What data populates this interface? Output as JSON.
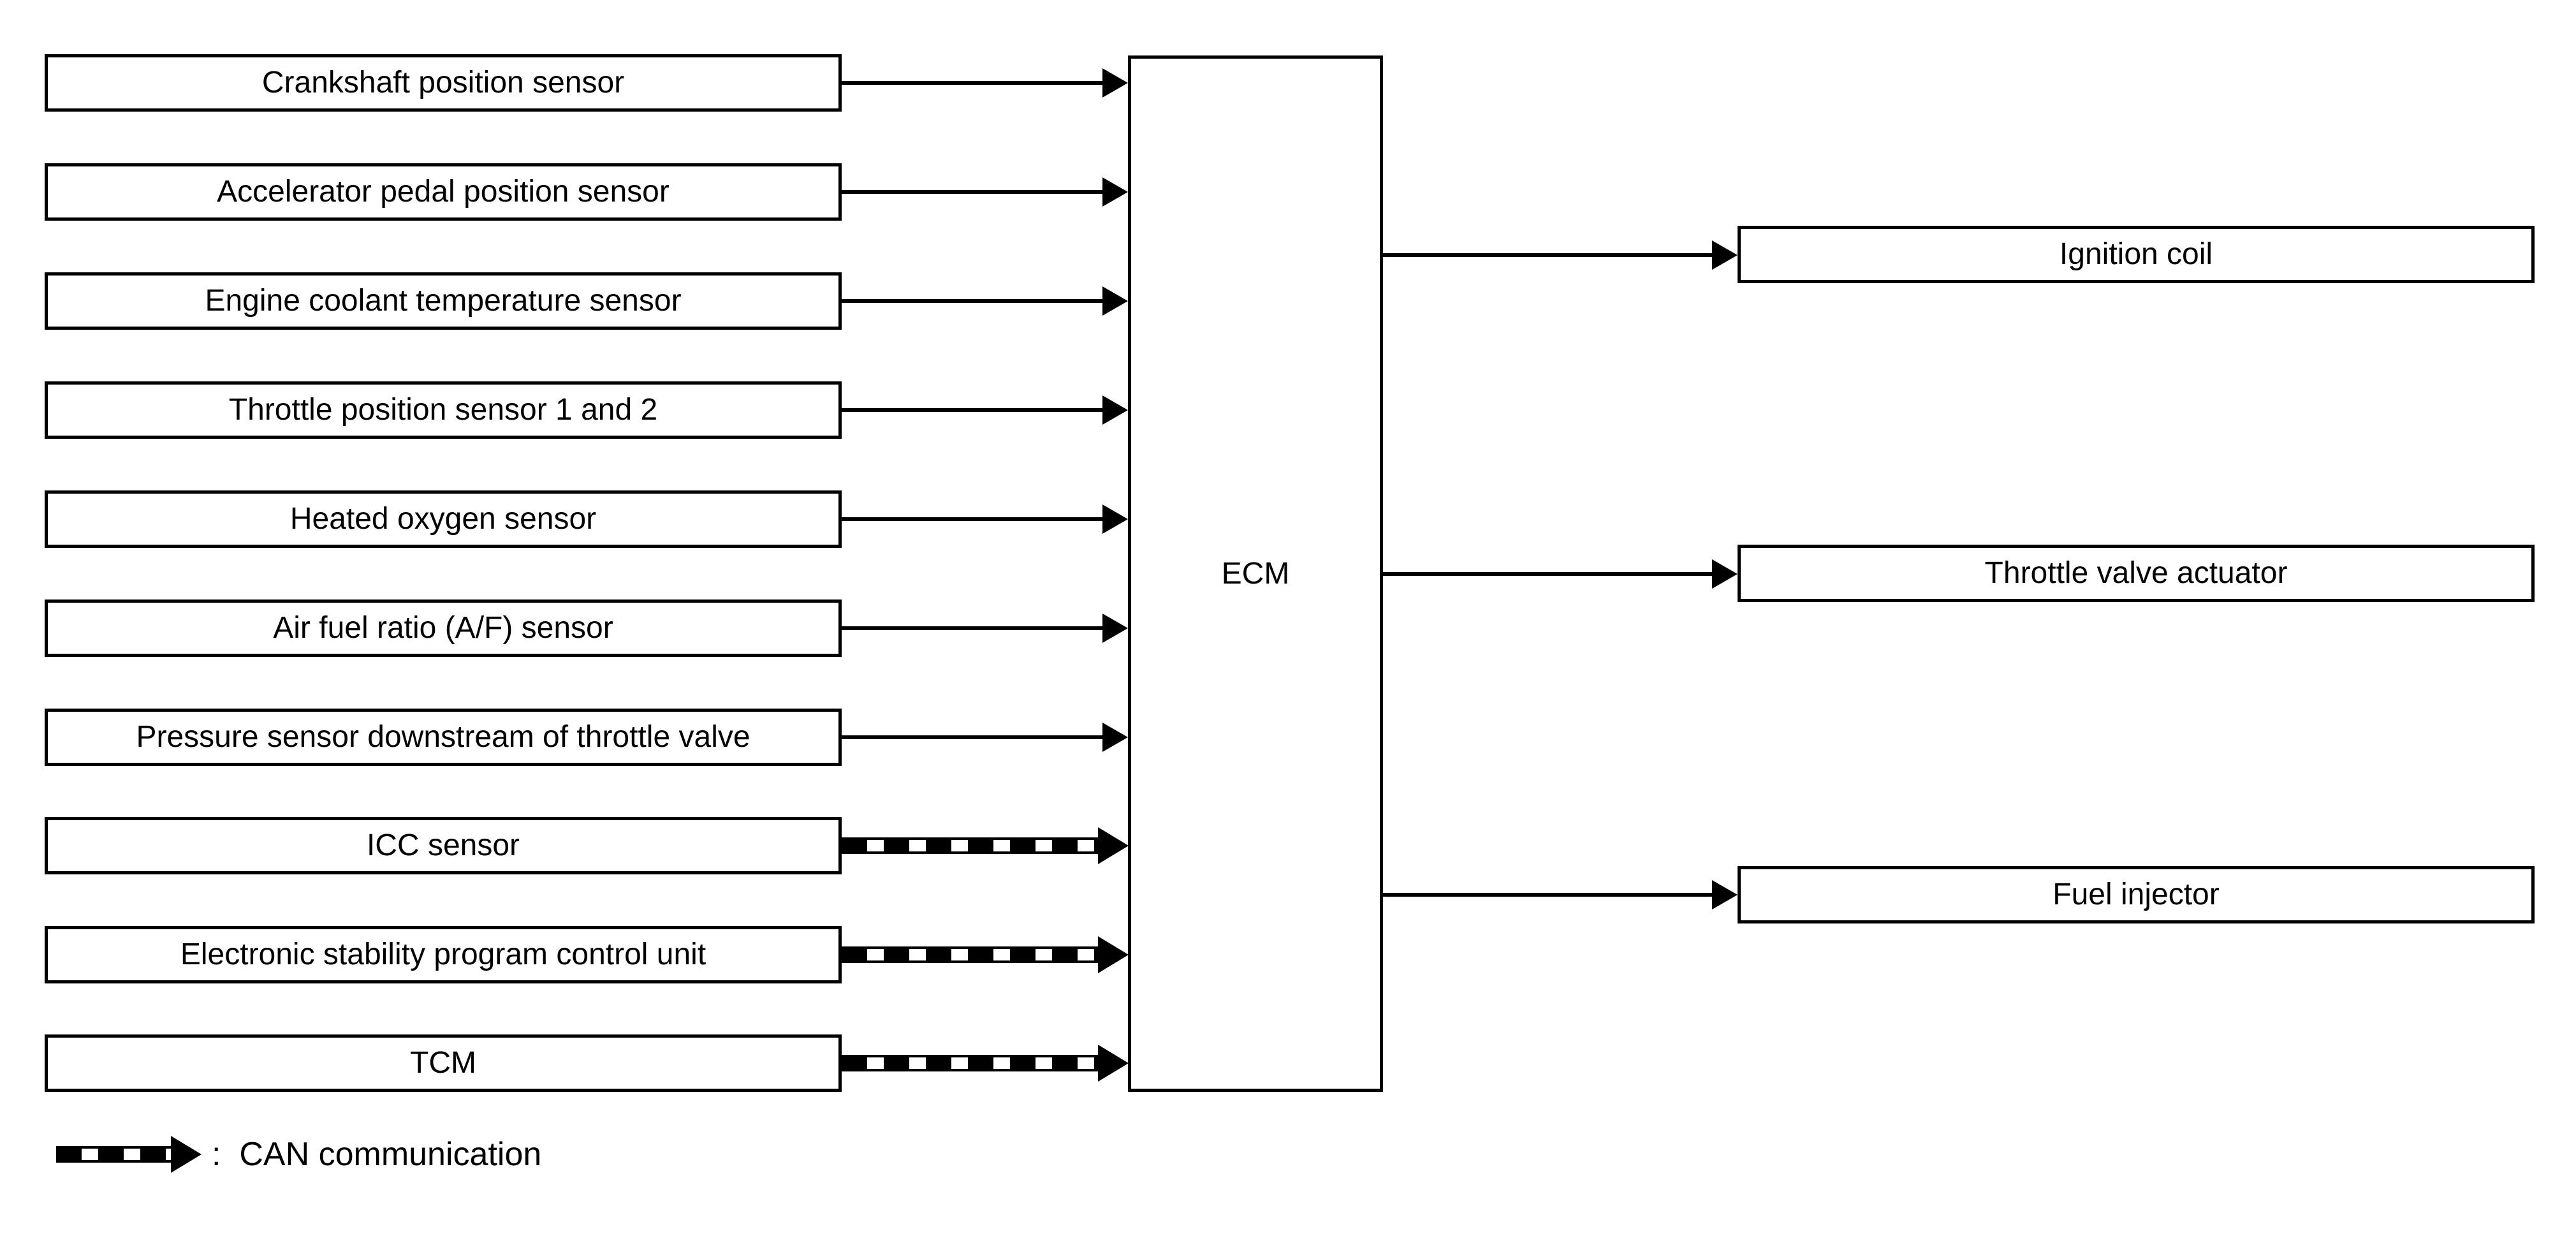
{
  "diagram": {
    "colors": {
      "foreground": "#000000",
      "background": "#ffffff"
    },
    "ecm": {
      "label": "ECM"
    },
    "inputs": [
      {
        "label": "Crankshaft position sensor",
        "connection": "direct"
      },
      {
        "label": "Accelerator pedal position sensor",
        "connection": "direct"
      },
      {
        "label": "Engine coolant temperature sensor",
        "connection": "direct"
      },
      {
        "label": "Throttle position sensor 1 and 2",
        "connection": "direct"
      },
      {
        "label": "Heated oxygen sensor",
        "connection": "direct"
      },
      {
        "label": "Air fuel ratio (A/F) sensor",
        "connection": "direct"
      },
      {
        "label": "Pressure sensor downstream of throttle valve",
        "connection": "direct"
      },
      {
        "label": "ICC sensor",
        "connection": "can"
      },
      {
        "label": "Electronic stability program control unit",
        "connection": "can"
      },
      {
        "label": "TCM",
        "connection": "can"
      }
    ],
    "outputs": [
      {
        "label": "Ignition coil"
      },
      {
        "label": "Throttle valve actuator"
      },
      {
        "label": "Fuel injector"
      }
    ],
    "legend": {
      "symbol": "can-arrow",
      "text": ":  CAN communication"
    }
  }
}
